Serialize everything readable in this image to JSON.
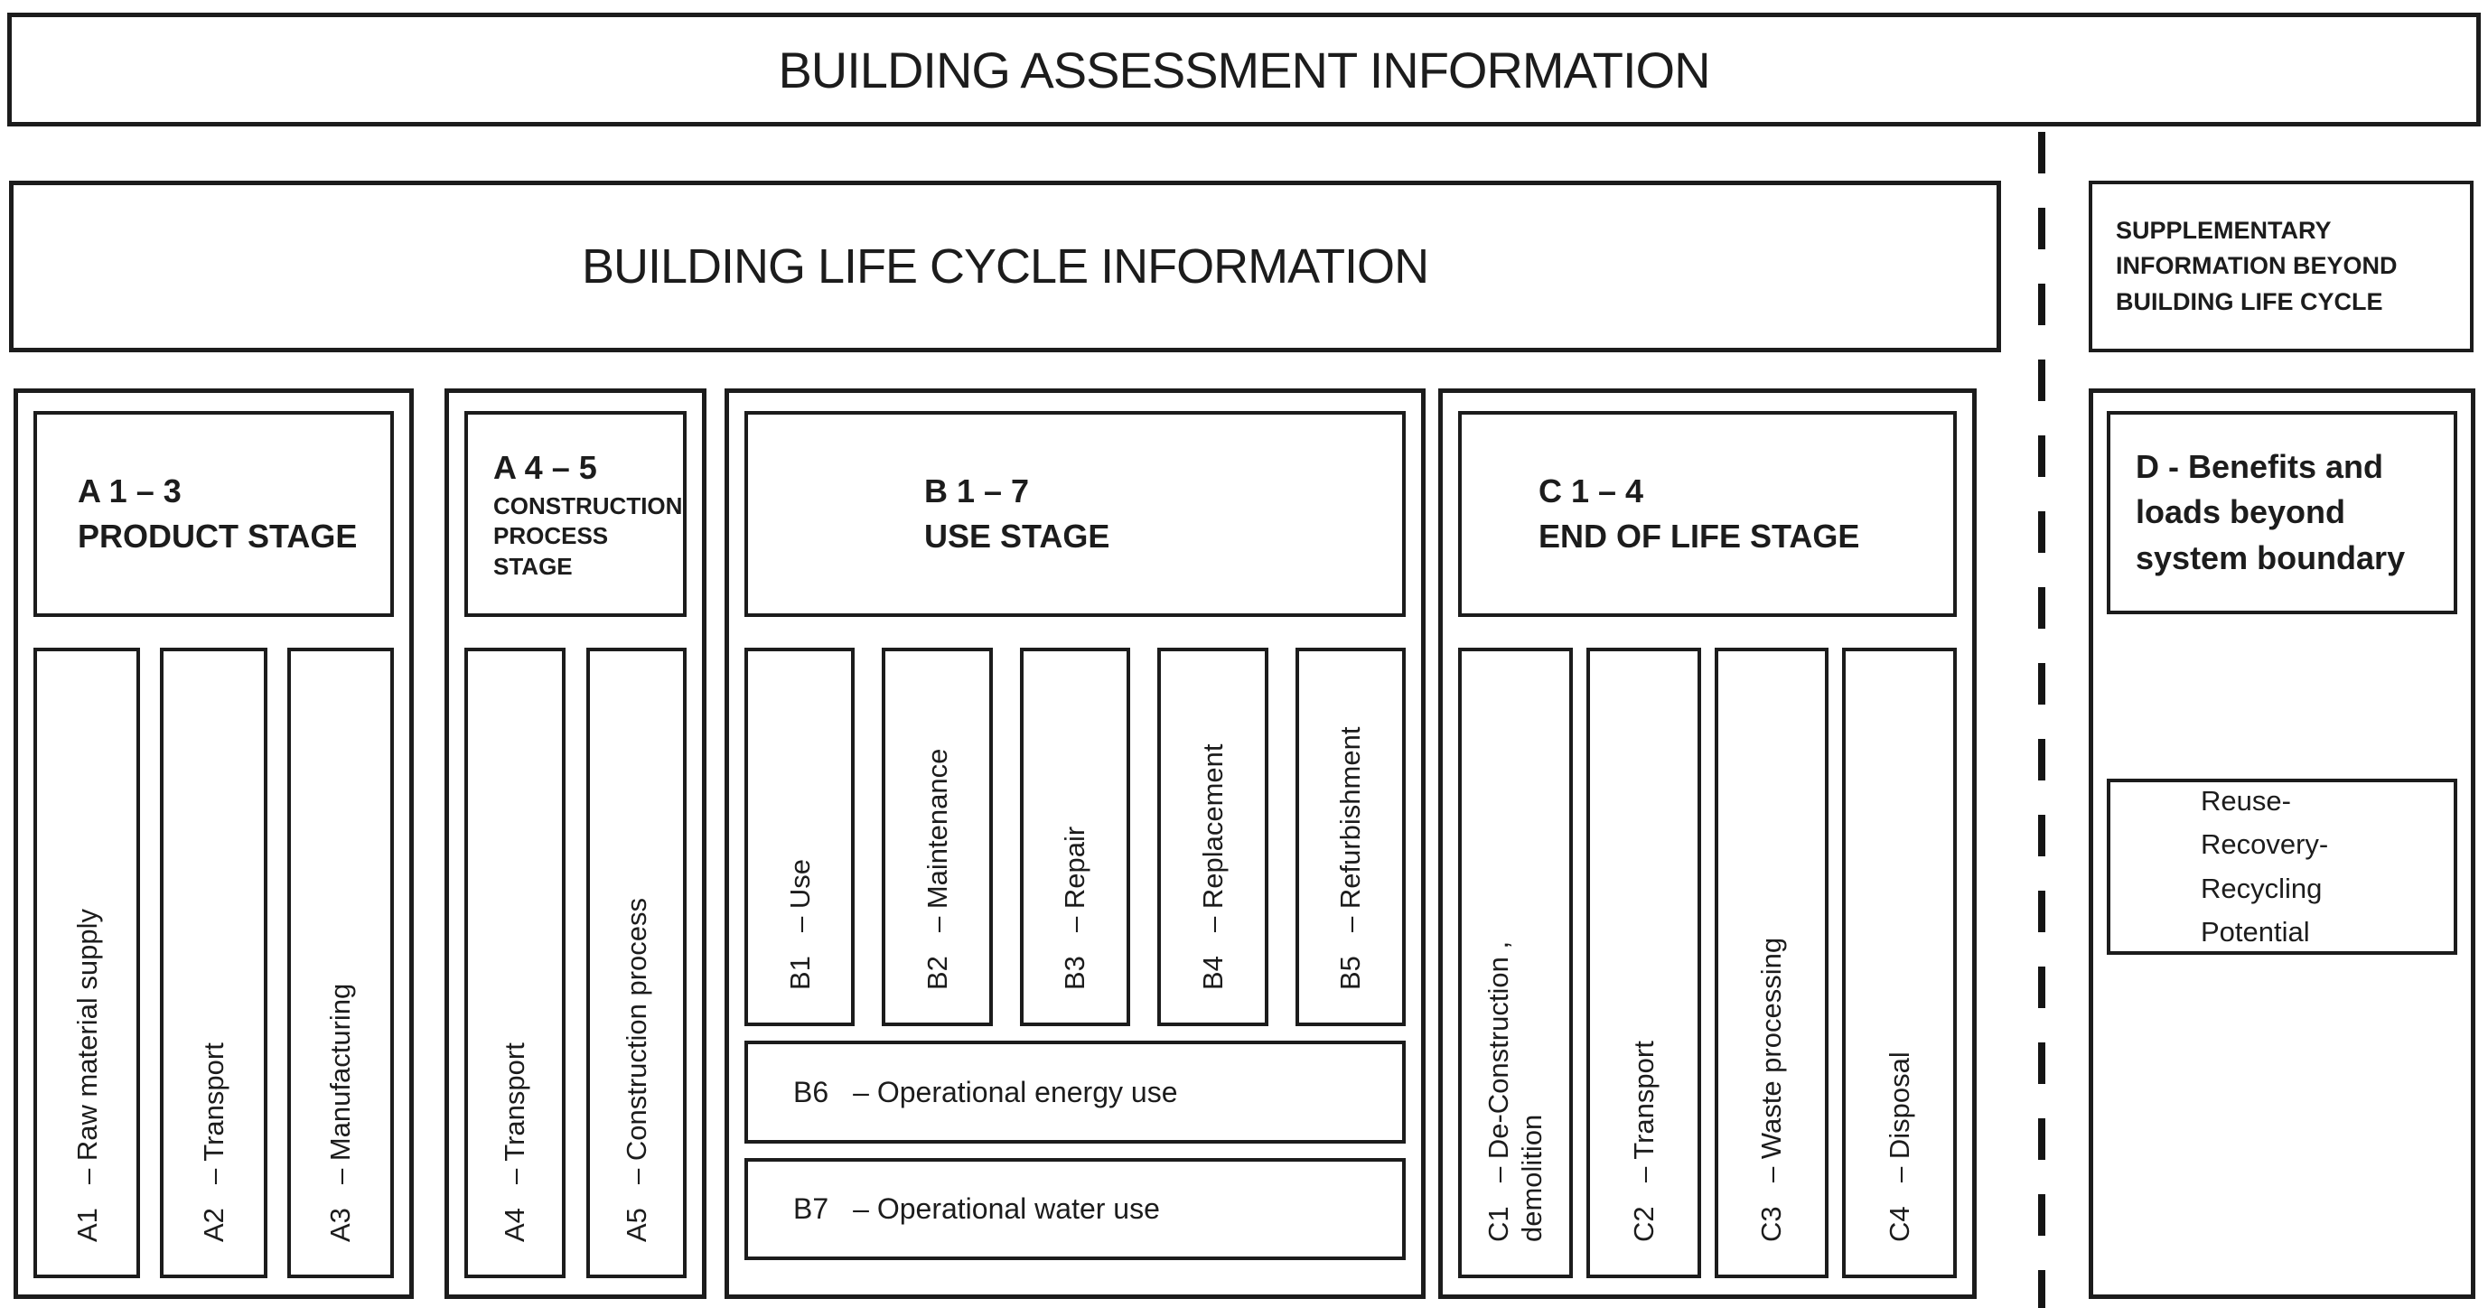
{
  "banner": {
    "title": "BUILDING ASSESSMENT INFORMATION"
  },
  "life_cycle": {
    "title": "BUILDING LIFE CYCLE INFORMATION"
  },
  "supplementary": {
    "title_lines": [
      "SUPPLEMENTARY",
      "INFORMATION BEYOND",
      "BUILDING LIFE CYCLE"
    ]
  },
  "stages": [
    {
      "code": "A 1 – 3",
      "name": "PRODUCT STAGE",
      "modules": [
        {
          "code": "A1",
          "label": "– Raw material supply"
        },
        {
          "code": "A2",
          "label": "– Transport"
        },
        {
          "code": "A3",
          "label": "– Manufacturing"
        }
      ]
    },
    {
      "code": "A 4 – 5",
      "name": "CONSTRUCTION PROCESS STAGE",
      "modules": [
        {
          "code": "A4",
          "label": "– Transport"
        },
        {
          "code": "A5",
          "label": "– Construction process"
        }
      ]
    },
    {
      "code": "B 1 – 7",
      "name": "USE STAGE",
      "modules": [
        {
          "code": "B1",
          "label": "– Use"
        },
        {
          "code": "B2",
          "label": "– Maintenance"
        },
        {
          "code": "B3",
          "label": "– Repair"
        },
        {
          "code": "B4",
          "label": "– Replacement"
        },
        {
          "code": "B5",
          "label": "– Refurbishment"
        }
      ],
      "rows": [
        {
          "code": "B6",
          "label": "– Operational energy use"
        },
        {
          "code": "B7",
          "label": "– Operational water use"
        }
      ]
    },
    {
      "code": "C 1 – 4",
      "name": "END OF LIFE STAGE",
      "modules": [
        {
          "code": "C1",
          "label": [
            "– De-Construction ,",
            "demolition"
          ]
        },
        {
          "code": "C2",
          "label": "– Transport"
        },
        {
          "code": "C3",
          "label": "– Waste processing"
        },
        {
          "code": "C4",
          "label": "– Disposal"
        }
      ]
    }
  ],
  "beyond": {
    "title_lines": [
      "D - Benefits and",
      "loads beyond",
      "system boundary"
    ],
    "potential_lines": [
      "Reuse-",
      "Recovery-",
      "Recycling",
      "Potential"
    ]
  },
  "colors": {
    "line": "#1c1c1c",
    "background": "#ffffff",
    "text": "#1c1c1c"
  }
}
